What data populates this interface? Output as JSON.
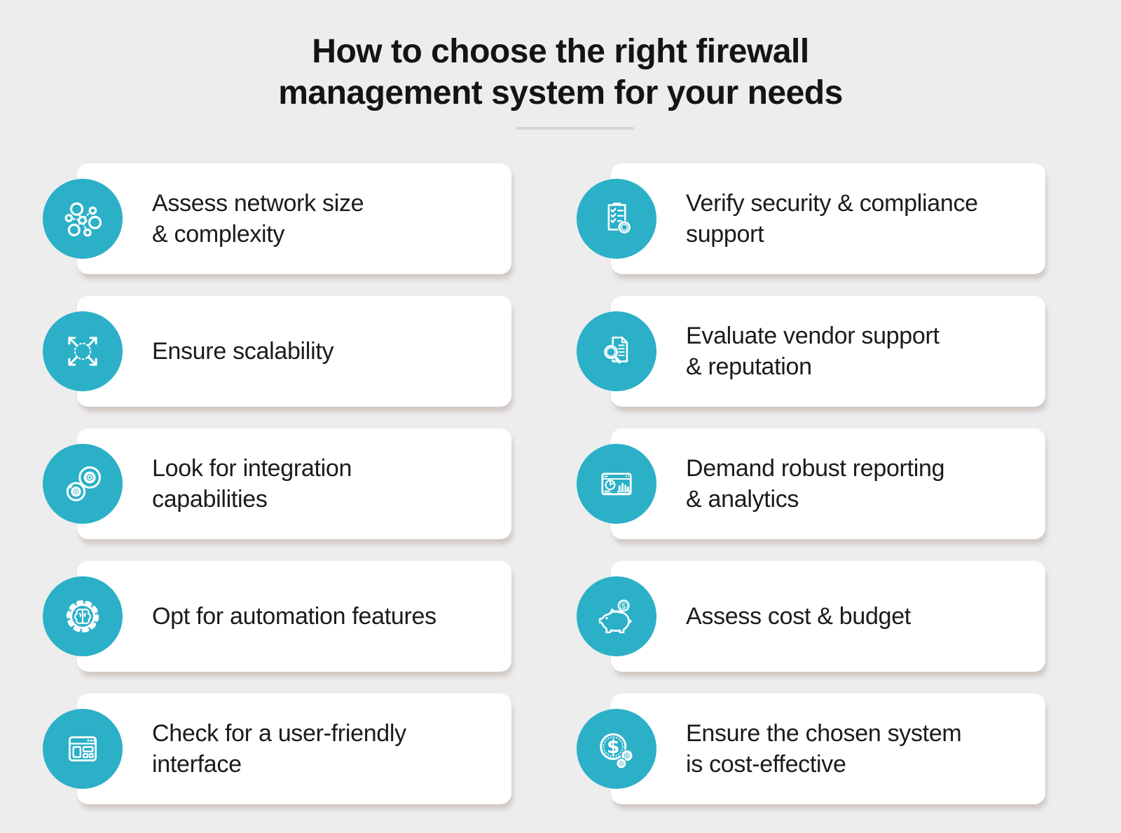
{
  "title": {
    "line1": "How to choose the right firewall",
    "line2": "management system for your needs"
  },
  "colors": {
    "accent": "#2BB0C8",
    "background": "#EDEDEE",
    "card": "#FFFFFF",
    "text": "#1B1B1B",
    "divider": "#D5D5D7",
    "shadow": "rgba(182,165,156,0.5)"
  },
  "cards": [
    {
      "id": "assess-network-size",
      "icon": "network-nodes-icon",
      "lines": [
        "Assess network size",
        "& complexity"
      ]
    },
    {
      "id": "verify-security-compliance",
      "icon": "compliance-checklist-icon",
      "lines": [
        "Verify security & compliance",
        "support"
      ]
    },
    {
      "id": "ensure-scalability",
      "icon": "expand-arrows-icon",
      "lines": [
        "Ensure scalability"
      ]
    },
    {
      "id": "evaluate-vendor-support",
      "icon": "document-search-icon",
      "lines": [
        "Evaluate vendor support",
        "& reputation"
      ]
    },
    {
      "id": "integration-capabilities",
      "icon": "integration-gears-icon",
      "lines": [
        "Look for integration",
        "capabilities"
      ]
    },
    {
      "id": "robust-reporting-analytics",
      "icon": "analytics-dashboard-icon",
      "lines": [
        "Demand robust reporting",
        "& analytics"
      ]
    },
    {
      "id": "automation-features",
      "icon": "automation-gear-brain-icon",
      "lines": [
        "Opt for automation features"
      ]
    },
    {
      "id": "assess-cost-budget",
      "icon": "piggy-bank-icon",
      "lines": [
        "Assess cost & budget"
      ]
    },
    {
      "id": "user-friendly-interface",
      "icon": "browser-window-icon",
      "lines": [
        "Check for a user-friendly",
        "interface"
      ]
    },
    {
      "id": "cost-effective-system",
      "icon": "cost-gears-icon",
      "lines": [
        "Ensure the chosen system",
        "is cost-effective"
      ]
    }
  ]
}
